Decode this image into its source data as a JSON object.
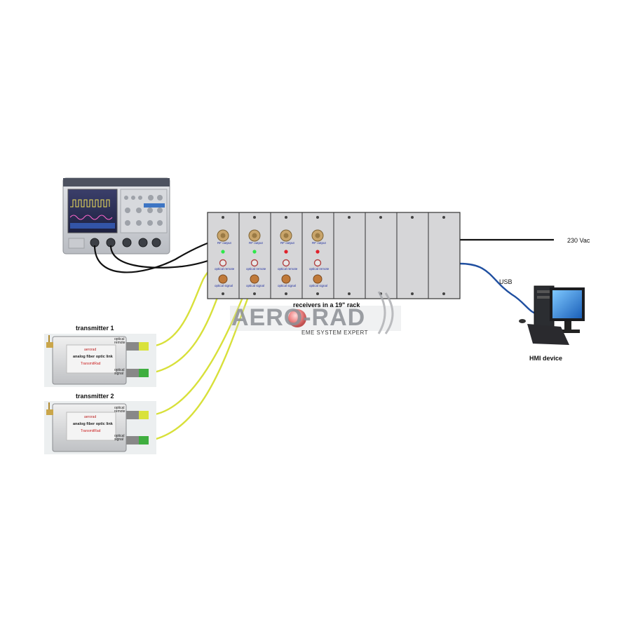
{
  "labels": {
    "rack": "receivers in a 19\" rack",
    "power": "230 Vac",
    "usb": "USB",
    "hmi": "HMI device",
    "transmitter1": "transmitter 1",
    "transmitter2": "transmitter 2"
  },
  "receiver_module": {
    "rf_output": "RF output",
    "optical_remote": "optical remote",
    "optical_signal": "optical signal"
  },
  "transmitter_box": {
    "brand": "aerorad",
    "product": "analog fiber optic link",
    "model": "TransmitRad",
    "optical_remote": "optical remote",
    "optical_signal": "optical signal"
  },
  "watermark": {
    "brand": "AERO-RAD",
    "tagline": "EME SYSTEM EXPERT"
  },
  "colors": {
    "fiber": "#d8e03a",
    "coax": "#111111",
    "usb_cable": "#1f4fa0",
    "rack_panel": "#d6d6d8",
    "led_green": "#2ee84a",
    "led_red": "#e0202a"
  }
}
